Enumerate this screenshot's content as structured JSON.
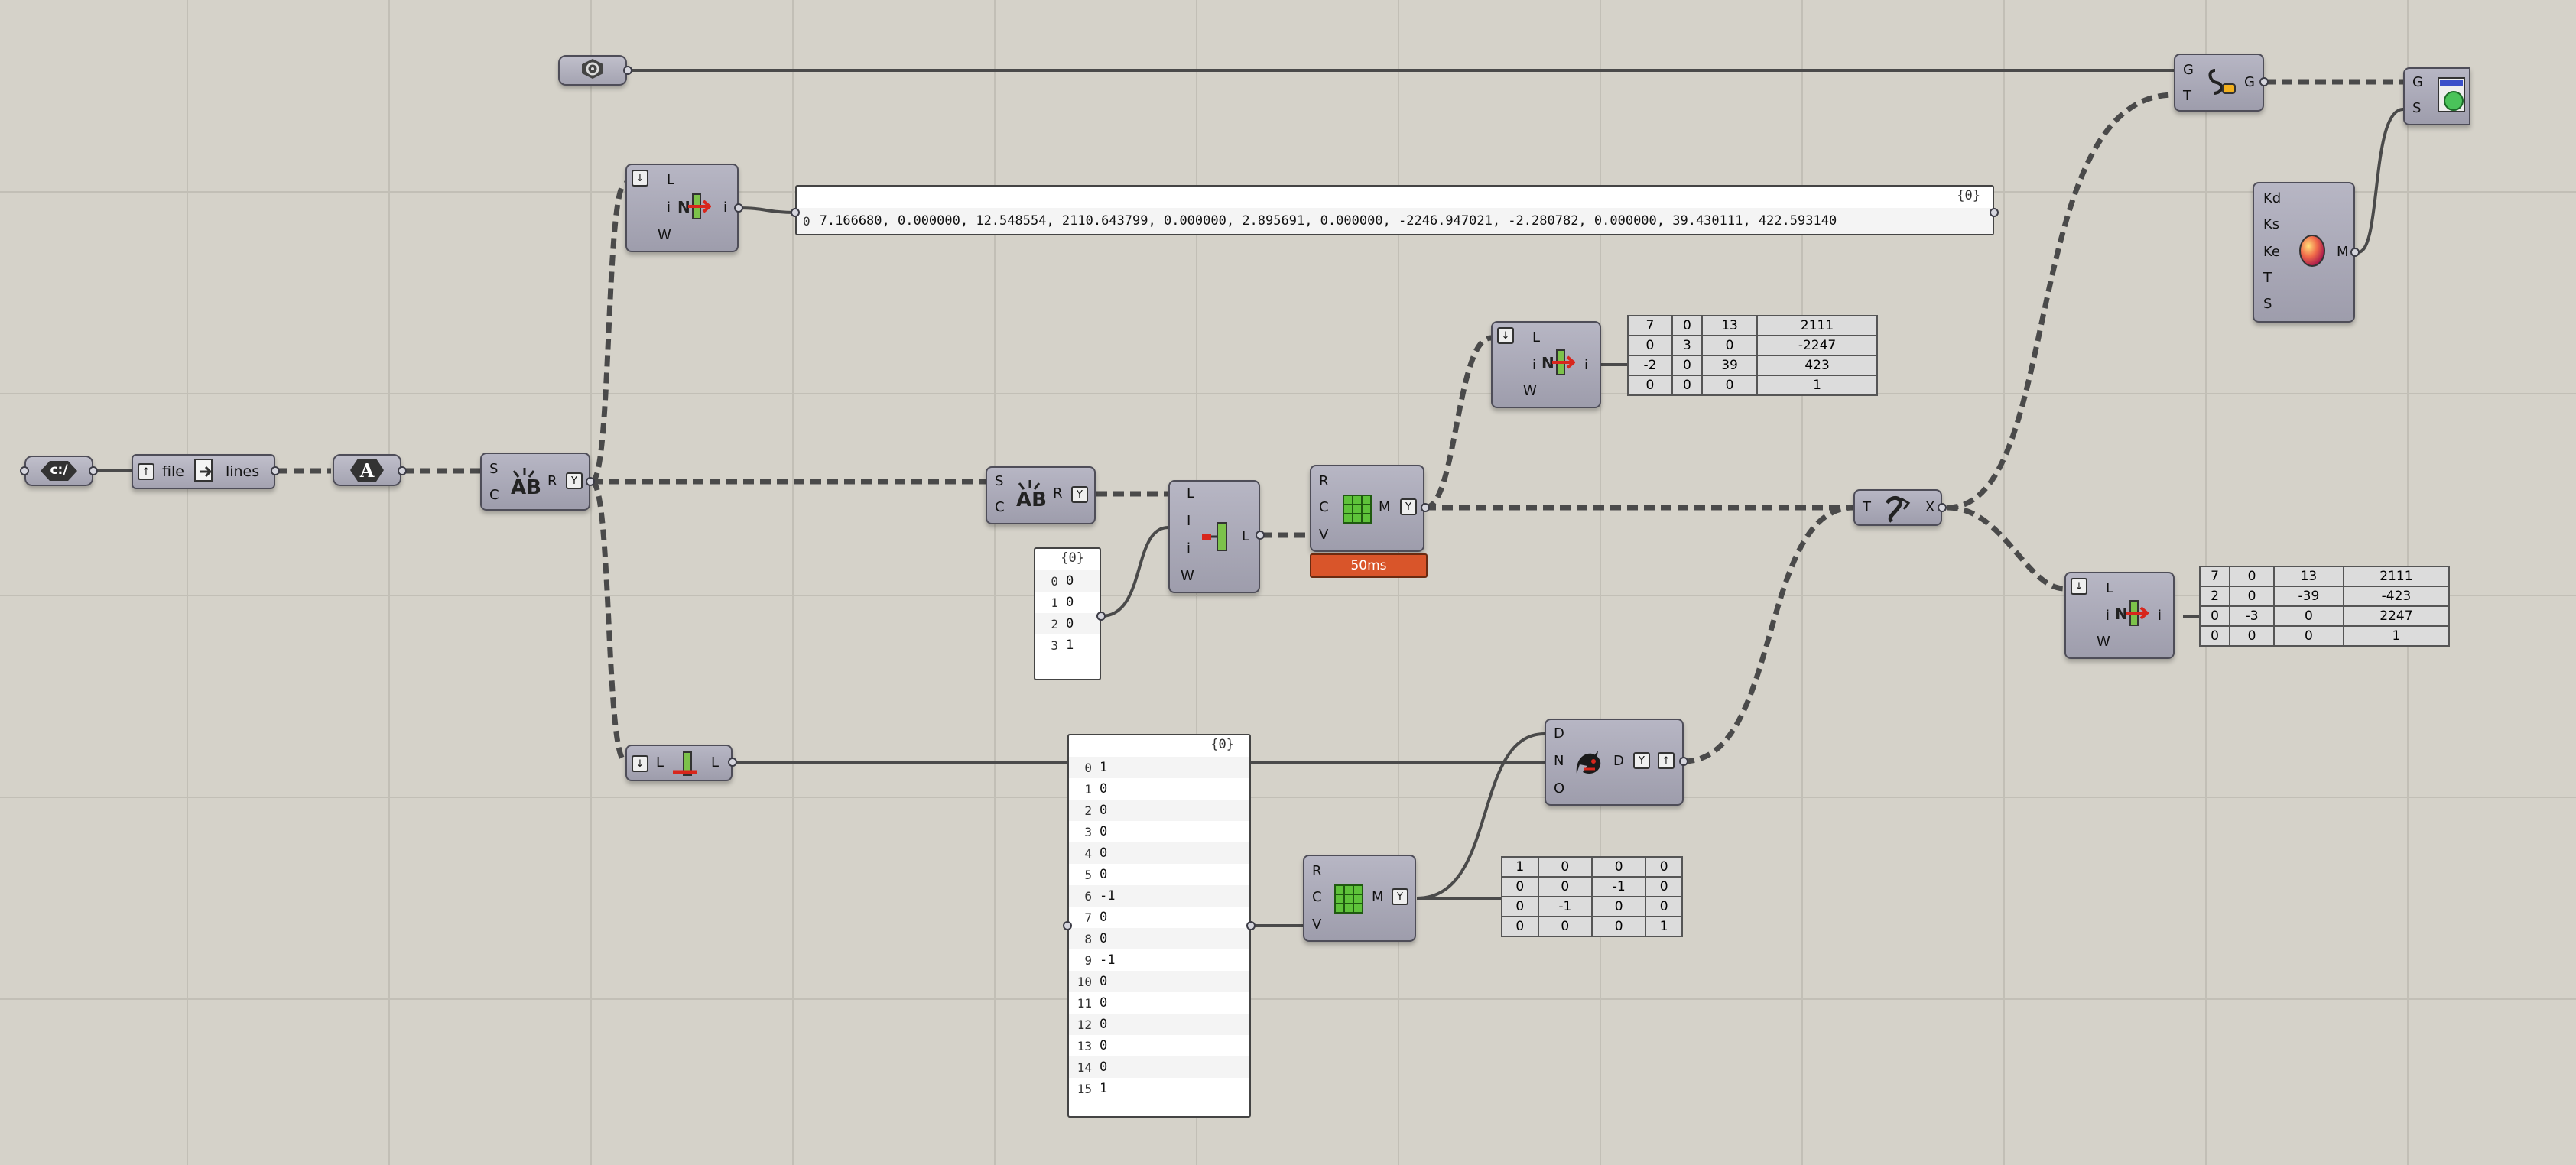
{
  "canvas": {
    "background": "#d5d2c9",
    "grid": "#c2bfb6",
    "wire": "#4a4a4a"
  },
  "comp_curve": {
    "icon": "curve-param-icon"
  },
  "comp_paint": {
    "in1": "G",
    "in2": "T",
    "out": "G",
    "icon": "custom-paint-icon"
  },
  "comp_preview": {
    "in1": "G",
    "in2": "S",
    "icon": "custom-preview-icon"
  },
  "comp_material": {
    "inputs": [
      "Kd",
      "Ks",
      "Ke",
      "T",
      "S"
    ],
    "out": "M",
    "icon": "material-sphere-icon"
  },
  "comp_path": {
    "label": "c:/",
    "icon": "file-path-icon"
  },
  "comp_read": {
    "label_left": "file",
    "label_right": "lines",
    "icon": "read-file-icon"
  },
  "comp_text": {
    "label": "A",
    "icon": "text-param-icon"
  },
  "comp_split1": {
    "in1": "S",
    "in2": "C",
    "out": "R",
    "icon": "split-text-icon"
  },
  "comp_split2": {
    "in1": "S",
    "in2": "C",
    "out": "R",
    "icon": "split-text-icon"
  },
  "comp_item1": {
    "in1": "L",
    "in2": "i",
    "in3": "W",
    "out": "i",
    "icon": "list-item-icon"
  },
  "comp_item2": {
    "in1": "L",
    "in2": "i",
    "in3": "W",
    "out": "i",
    "icon": "list-item-icon"
  },
  "comp_item3": {
    "in1": "L",
    "in2": "i",
    "in3": "W",
    "out": "i",
    "icon": "list-item-icon"
  },
  "comp_replace": {
    "inputs": [
      "L",
      "I",
      "i",
      "W"
    ],
    "out": "L",
    "icon": "insert-items-icon"
  },
  "comp_length": {
    "in": "L",
    "out": "L",
    "icon": "list-length-icon"
  },
  "comp_matrix1": {
    "inputs": [
      "R",
      "C",
      "V"
    ],
    "out": "M",
    "icon": "construct-matrix-icon",
    "time": "50ms"
  },
  "comp_matrix2": {
    "inputs": [
      "R",
      "C",
      "V"
    ],
    "out": "M",
    "icon": "construct-matrix-icon"
  },
  "comp_deconstruct": {
    "inputs": [
      "D",
      "N",
      "O"
    ],
    "out": "D",
    "icon": "dragon-icon"
  },
  "comp_transform": {
    "in": "T",
    "out": "X",
    "icon": "transform-icon"
  },
  "panel_text": {
    "header": "{0}",
    "index": "0",
    "value": "7.166680, 0.000000, 12.548554, 2110.643799, 0.000000, 2.895691, 0.000000, -2246.947021, -2.280782, 0.000000, 39.430111, 422.593140"
  },
  "panel_small": {
    "header": "{0}",
    "rows": [
      {
        "i": "0",
        "v": "0"
      },
      {
        "i": "1",
        "v": "0"
      },
      {
        "i": "2",
        "v": "0"
      },
      {
        "i": "3",
        "v": "1"
      }
    ]
  },
  "panel_list": {
    "header": "{0}",
    "rows": [
      {
        "i": "0",
        "v": "1"
      },
      {
        "i": "1",
        "v": "0"
      },
      {
        "i": "2",
        "v": "0"
      },
      {
        "i": "3",
        "v": "0"
      },
      {
        "i": "4",
        "v": "0"
      },
      {
        "i": "5",
        "v": "0"
      },
      {
        "i": "6",
        "v": "-1"
      },
      {
        "i": "7",
        "v": "0"
      },
      {
        "i": "8",
        "v": "0"
      },
      {
        "i": "9",
        "v": "-1"
      },
      {
        "i": "10",
        "v": "0"
      },
      {
        "i": "11",
        "v": "0"
      },
      {
        "i": "12",
        "v": "0"
      },
      {
        "i": "13",
        "v": "0"
      },
      {
        "i": "14",
        "v": "0"
      },
      {
        "i": "15",
        "v": "1"
      }
    ]
  },
  "matrix1": [
    [
      "7",
      "0",
      "13",
      "2111"
    ],
    [
      "0",
      "3",
      "0",
      "-2247"
    ],
    [
      "-2",
      "0",
      "39",
      "423"
    ],
    [
      "0",
      "0",
      "0",
      "1"
    ]
  ],
  "matrix2": [
    [
      "7",
      "0",
      "13",
      "2111"
    ],
    [
      "2",
      "0",
      "-39",
      "-423"
    ],
    [
      "0",
      "-3",
      "0",
      "2247"
    ],
    [
      "0",
      "0",
      "0",
      "1"
    ]
  ],
  "matrix3": [
    [
      "1",
      "0",
      "0",
      "0"
    ],
    [
      "0",
      "0",
      "-1",
      "0"
    ],
    [
      "0",
      "-1",
      "0",
      "0"
    ],
    [
      "0",
      "0",
      "0",
      "1"
    ]
  ]
}
